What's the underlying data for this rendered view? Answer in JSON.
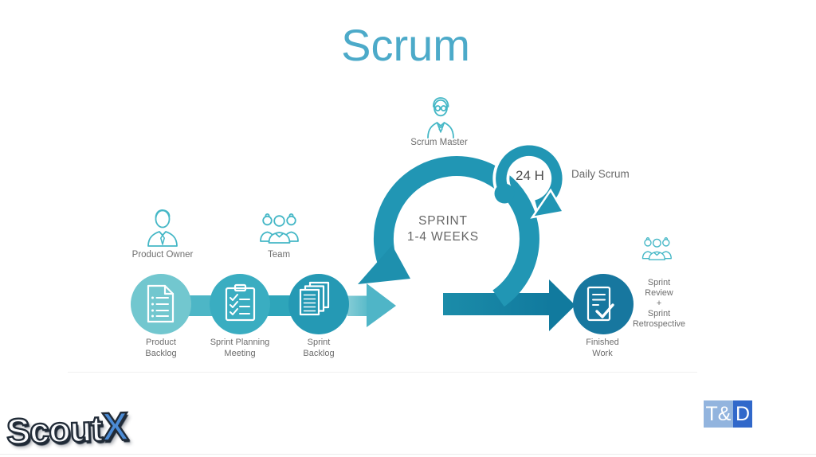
{
  "title": "Scrum",
  "palette": {
    "title_blue": "#4caac9",
    "loop_teal": "#2196b4",
    "output_arrow_dark": "#117a9e",
    "input_arrow_light": "#58bac9",
    "stage1_fill": "#72c7cf",
    "stage2_fill": "#3aadc1",
    "stage3_fill": "#2599b4",
    "finished_fill": "#17779f",
    "icon_outline_teal": "#44b7c6",
    "label_gray": "#6d6d6d",
    "scoutx_x_blue": "#4b8bd5",
    "td_left_bg": "#92b4de",
    "td_right_bg": "#3168ca"
  },
  "loop": {
    "center_line1": "SPRINT",
    "center_line2": "1-4 WEEKS",
    "daily_duration": "24 H",
    "daily_label": "Daily Scrum"
  },
  "actors": {
    "product_owner": "Product Owner",
    "team": "Team",
    "scrum_master": "Scrum Master"
  },
  "stages": {
    "product_backlog": {
      "line1": "Product",
      "line2": "Backlog"
    },
    "sprint_planning": {
      "line1": "Sprint Planning",
      "line2": "Meeting"
    },
    "sprint_backlog": {
      "line1": "Sprint",
      "line2": "Backlog"
    },
    "finished_work": {
      "line1": "Finished",
      "line2": "Work"
    }
  },
  "review": {
    "lines": [
      "Sprint",
      "Review",
      "+",
      "Sprint",
      "Retrospective"
    ]
  },
  "logos": {
    "scoutx_text": "Scout",
    "scoutx_x": "X",
    "td_left": "T&",
    "td_right": "D"
  }
}
